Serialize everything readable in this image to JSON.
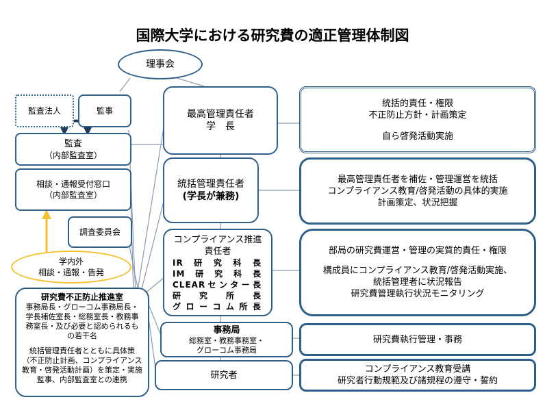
{
  "title": "国際大学における研究費の適正管理体制図",
  "board": "理事会",
  "audit_corp": "監査法人",
  "auditor": "監事",
  "internal_audit": {
    "line1": "監査",
    "line2": "（内部監査室）"
  },
  "consult_desk": {
    "line1": "相談・通報受付窓口",
    "line2": "（内部監査室）"
  },
  "committee": "調査委員会",
  "inside_outside": {
    "line1": "学内外",
    "line2": "相談・通報・告発"
  },
  "promotion": {
    "heading": "研究費不正防止推進室",
    "members": [
      "事務局長・グローコム事務局長・",
      "学長補佐室長・総務室長・教務事",
      "務室長・及び必要と認められるも",
      "の若干名"
    ],
    "tasks": [
      "統括管理責任者とともに具体策",
      "（不正防止計画、コンプライアンス",
      "教育・啓発活動計画）を策定・実施",
      "監事、内部監査室との連携"
    ]
  },
  "chief": {
    "line1": "最高管理責任者",
    "line2": "学　長"
  },
  "general": {
    "line1": "統括管理責任者",
    "line2": "(学長が兼務)"
  },
  "compliance": {
    "heading": [
      "コンプライアンス推進",
      "責任者"
    ],
    "rows": [
      [
        "IR",
        "研",
        "究",
        "科",
        "長"
      ],
      [
        "IM",
        "研",
        "究",
        "科",
        "長"
      ],
      [
        "CLEAR",
        "セ",
        "ン",
        "タ",
        "ー",
        "長"
      ],
      [
        "研",
        "究",
        "所",
        "長"
      ],
      [
        "グ",
        "ロ",
        "ー",
        "コ",
        "ム",
        "所",
        "長"
      ]
    ]
  },
  "office": {
    "heading": "事務局",
    "line1": "総務室・教務事務室・",
    "line2": "グローコム事務局"
  },
  "researchers": "研究者",
  "right_chief": {
    "line1": "統括的責任・権限",
    "line2": "不正防止方針・計画策定",
    "line3": "自ら啓発活動実施"
  },
  "right_general": {
    "line1": "最高管理責任者を補佐・管理運営を統括",
    "line2": "コンプライアンス教育/啓発活動の具体的実施",
    "line3": "計画策定、状況把握"
  },
  "right_compliance": {
    "line1": "部局の研究費運営・管理の実質的責任・権限",
    "line2": "構成員にコンプライアンス教育/啓発活動実施、",
    "line3": "統括管理者に状況報告",
    "line4": "研究費管理執行状況モニタリング"
  },
  "right_office": "研究費執行管理・事務",
  "right_researchers": {
    "line1": "コンプライアンス教育受講",
    "line2": "研究者行動規範及び諸規程の遵守・誓約"
  },
  "colors": {
    "border": "#2e5f8a",
    "line": "#8a9bb0",
    "arrow": "#f2c12e",
    "dark": "#1f3c5a"
  }
}
